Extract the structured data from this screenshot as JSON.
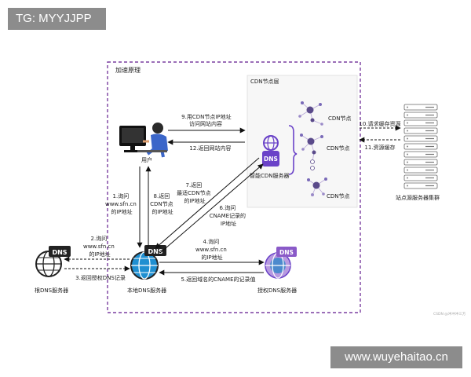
{
  "watermark_top": "TG: MYYJJPP",
  "watermark_bottom": "www.wuyehaitao.cn",
  "credit": "CSDN @冲冲冲三方",
  "frame_title": "加速原理",
  "cdn_layer_title": "CDN节点层",
  "nodes": {
    "user": "用户",
    "root_dns": "根DNS服务器",
    "local_dns": "本地DNS服务器",
    "auth_dns": "授权DNS服务器",
    "smart_cdn": "智能CDN服务器",
    "cdn_node_1": "CDN节点",
    "cdn_node_2": "CDN节点",
    "cdn_node_3": "CDN节点",
    "origin_cluster": "站点源服务器集群"
  },
  "steps": {
    "s1": [
      "1.询问",
      "www.sfn.cn",
      "的IP地址"
    ],
    "s2": [
      "2.询问",
      "www.sfn.cn",
      "的IP地址"
    ],
    "s3": "3.返回授权DNS记录",
    "s4": [
      "4.询问",
      "www.sfn.cn",
      "的IP地址"
    ],
    "s5": "5.返回域名的CNAME的记录值",
    "s6": [
      "6.询问",
      "CNAME记录的",
      "IP地址"
    ],
    "s7": [
      "7.返回",
      "最适CDN节点",
      "的IP地址"
    ],
    "s8": [
      "8.返回",
      "CDN节点",
      "的IP地址"
    ],
    "s9": [
      "9.用CDN节点IP地址",
      "访问网站内容"
    ],
    "s10": "10.请求缓存资源",
    "s11": "11.资源缓存",
    "s12": "12.返回网站内容"
  },
  "icon_labels": {
    "dns": "DNS"
  },
  "colors": {
    "frame": "#7a3fa0",
    "globe": "#1f8fd1",
    "dns_box": "#222222",
    "auth_globe": "#8a5ac8",
    "cdn_purple": "#6a42c8",
    "node_dark": "#5a4a8a"
  }
}
